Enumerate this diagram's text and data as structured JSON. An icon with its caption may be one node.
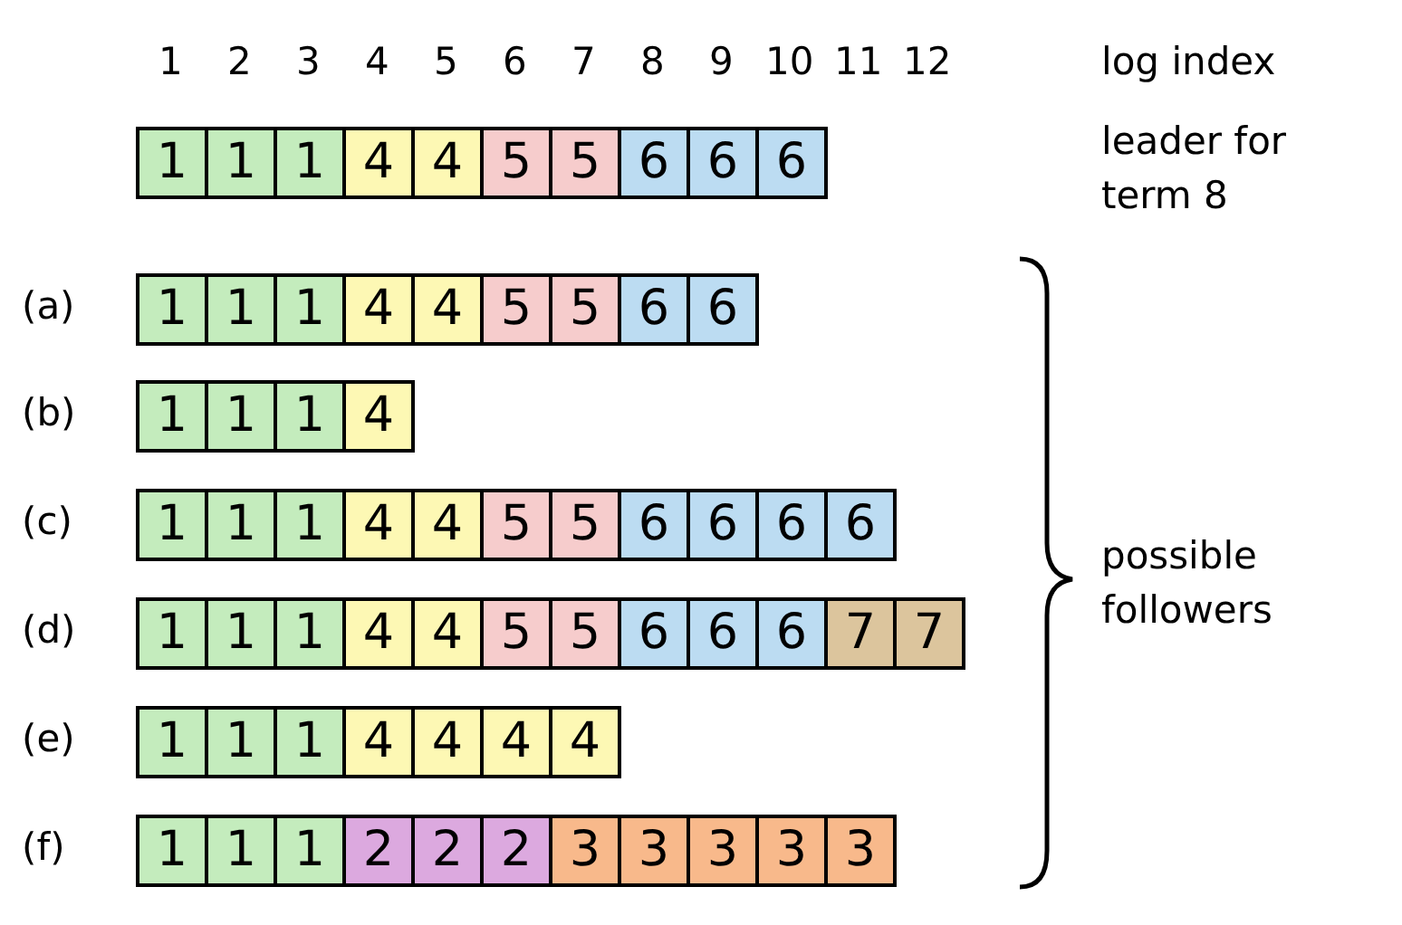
{
  "diagram": {
    "nodes": [
      {
        "text": [
          "1"
        ]
      },
      {
        "text": [
          "1"
        ]
      },
      {
        "text": [
          "1"
        ]
      },
      {
        "text": [
          "4"
        ]
      },
      {
        "text": [
          "4"
        ]
      },
      {
        "text": [
          "5"
        ]
      },
      {
        "text": [
          "5"
        ]
      },
      {
        "text": [
          "6"
        ]
      },
      {
        "text": [
          "6"
        ]
      },
      {
        "text": [
          "6"
        ]
      },
      {
        "text": [
          "1"
        ]
      },
      {
        "text": [
          "1"
        ]
      },
      {
        "text": [
          "1"
        ]
      },
      {
        "text": [
          "4"
        ]
      },
      {
        "text": [
          "4"
        ]
      },
      {
        "text": [
          "5"
        ]
      },
      {
        "text": [
          "5"
        ]
      },
      {
        "text": [
          "6"
        ]
      },
      {
        "text": [
          "6"
        ]
      },
      {
        "text": [
          "1"
        ]
      },
      {
        "text": [
          "1"
        ]
      },
      {
        "text": [
          "1"
        ]
      },
      {
        "text": [
          "4"
        ]
      },
      {
        "text": [
          "1"
        ]
      },
      {
        "text": [
          "1"
        ]
      },
      {
        "text": [
          "1"
        ]
      },
      {
        "text": [
          "4"
        ]
      },
      {
        "text": [
          "4"
        ]
      },
      {
        "text": [
          "5"
        ]
      },
      {
        "text": [
          "5"
        ]
      },
      {
        "text": [
          "6"
        ]
      },
      {
        "text": [
          "6"
        ]
      },
      {
        "text": [
          "6"
        ]
      },
      {
        "text": [
          "6"
        ]
      },
      {
        "text": [
          "1"
        ]
      },
      {
        "text": [
          "1"
        ]
      },
      {
        "text": [
          "1"
        ]
      },
      {
        "text": [
          "4"
        ]
      },
      {
        "text": [
          "4"
        ]
      },
      {
        "text": [
          "5"
        ]
      },
      {
        "text": [
          "5"
        ]
      },
      {
        "text": [
          "6"
        ]
      },
      {
        "text": [
          "6"
        ]
      },
      {
        "text": [
          "6"
        ]
      },
      {
        "text": [
          "7"
        ]
      },
      {
        "text": [
          "7"
        ]
      },
      {
        "text": [
          "1"
        ]
      },
      {
        "text": [
          "1"
        ]
      },
      {
        "text": [
          "1"
        ]
      },
      {
        "text": [
          "4"
        ]
      },
      {
        "text": [
          "4"
        ]
      },
      {
        "text": [
          "4"
        ]
      },
      {
        "text": [
          "4"
        ]
      },
      {
        "text": [
          "1"
        ]
      },
      {
        "text": [
          "1"
        ]
      },
      {
        "text": [
          "1"
        ]
      },
      {
        "text": [
          "2"
        ]
      },
      {
        "text": [
          "2"
        ]
      },
      {
        "text": [
          "2"
        ]
      },
      {
        "text": [
          "3"
        ]
      },
      {
        "text": [
          "3"
        ]
      },
      {
        "text": [
          "3"
        ]
      },
      {
        "text": [
          "3"
        ]
      },
      {
        "text": [
          "3"
        ]
      }
    ],
    "labels": [
      "1",
      "2",
      "3",
      "4",
      "5",
      "6",
      "7",
      "8",
      "9",
      "10",
      "11",
      "12",
      "log index",
      "leader for term 8",
      "(a)",
      "(b)",
      "(c)",
      "(d)",
      "(e)",
      "(f)",
      "possible followers"
    ]
  }
}
